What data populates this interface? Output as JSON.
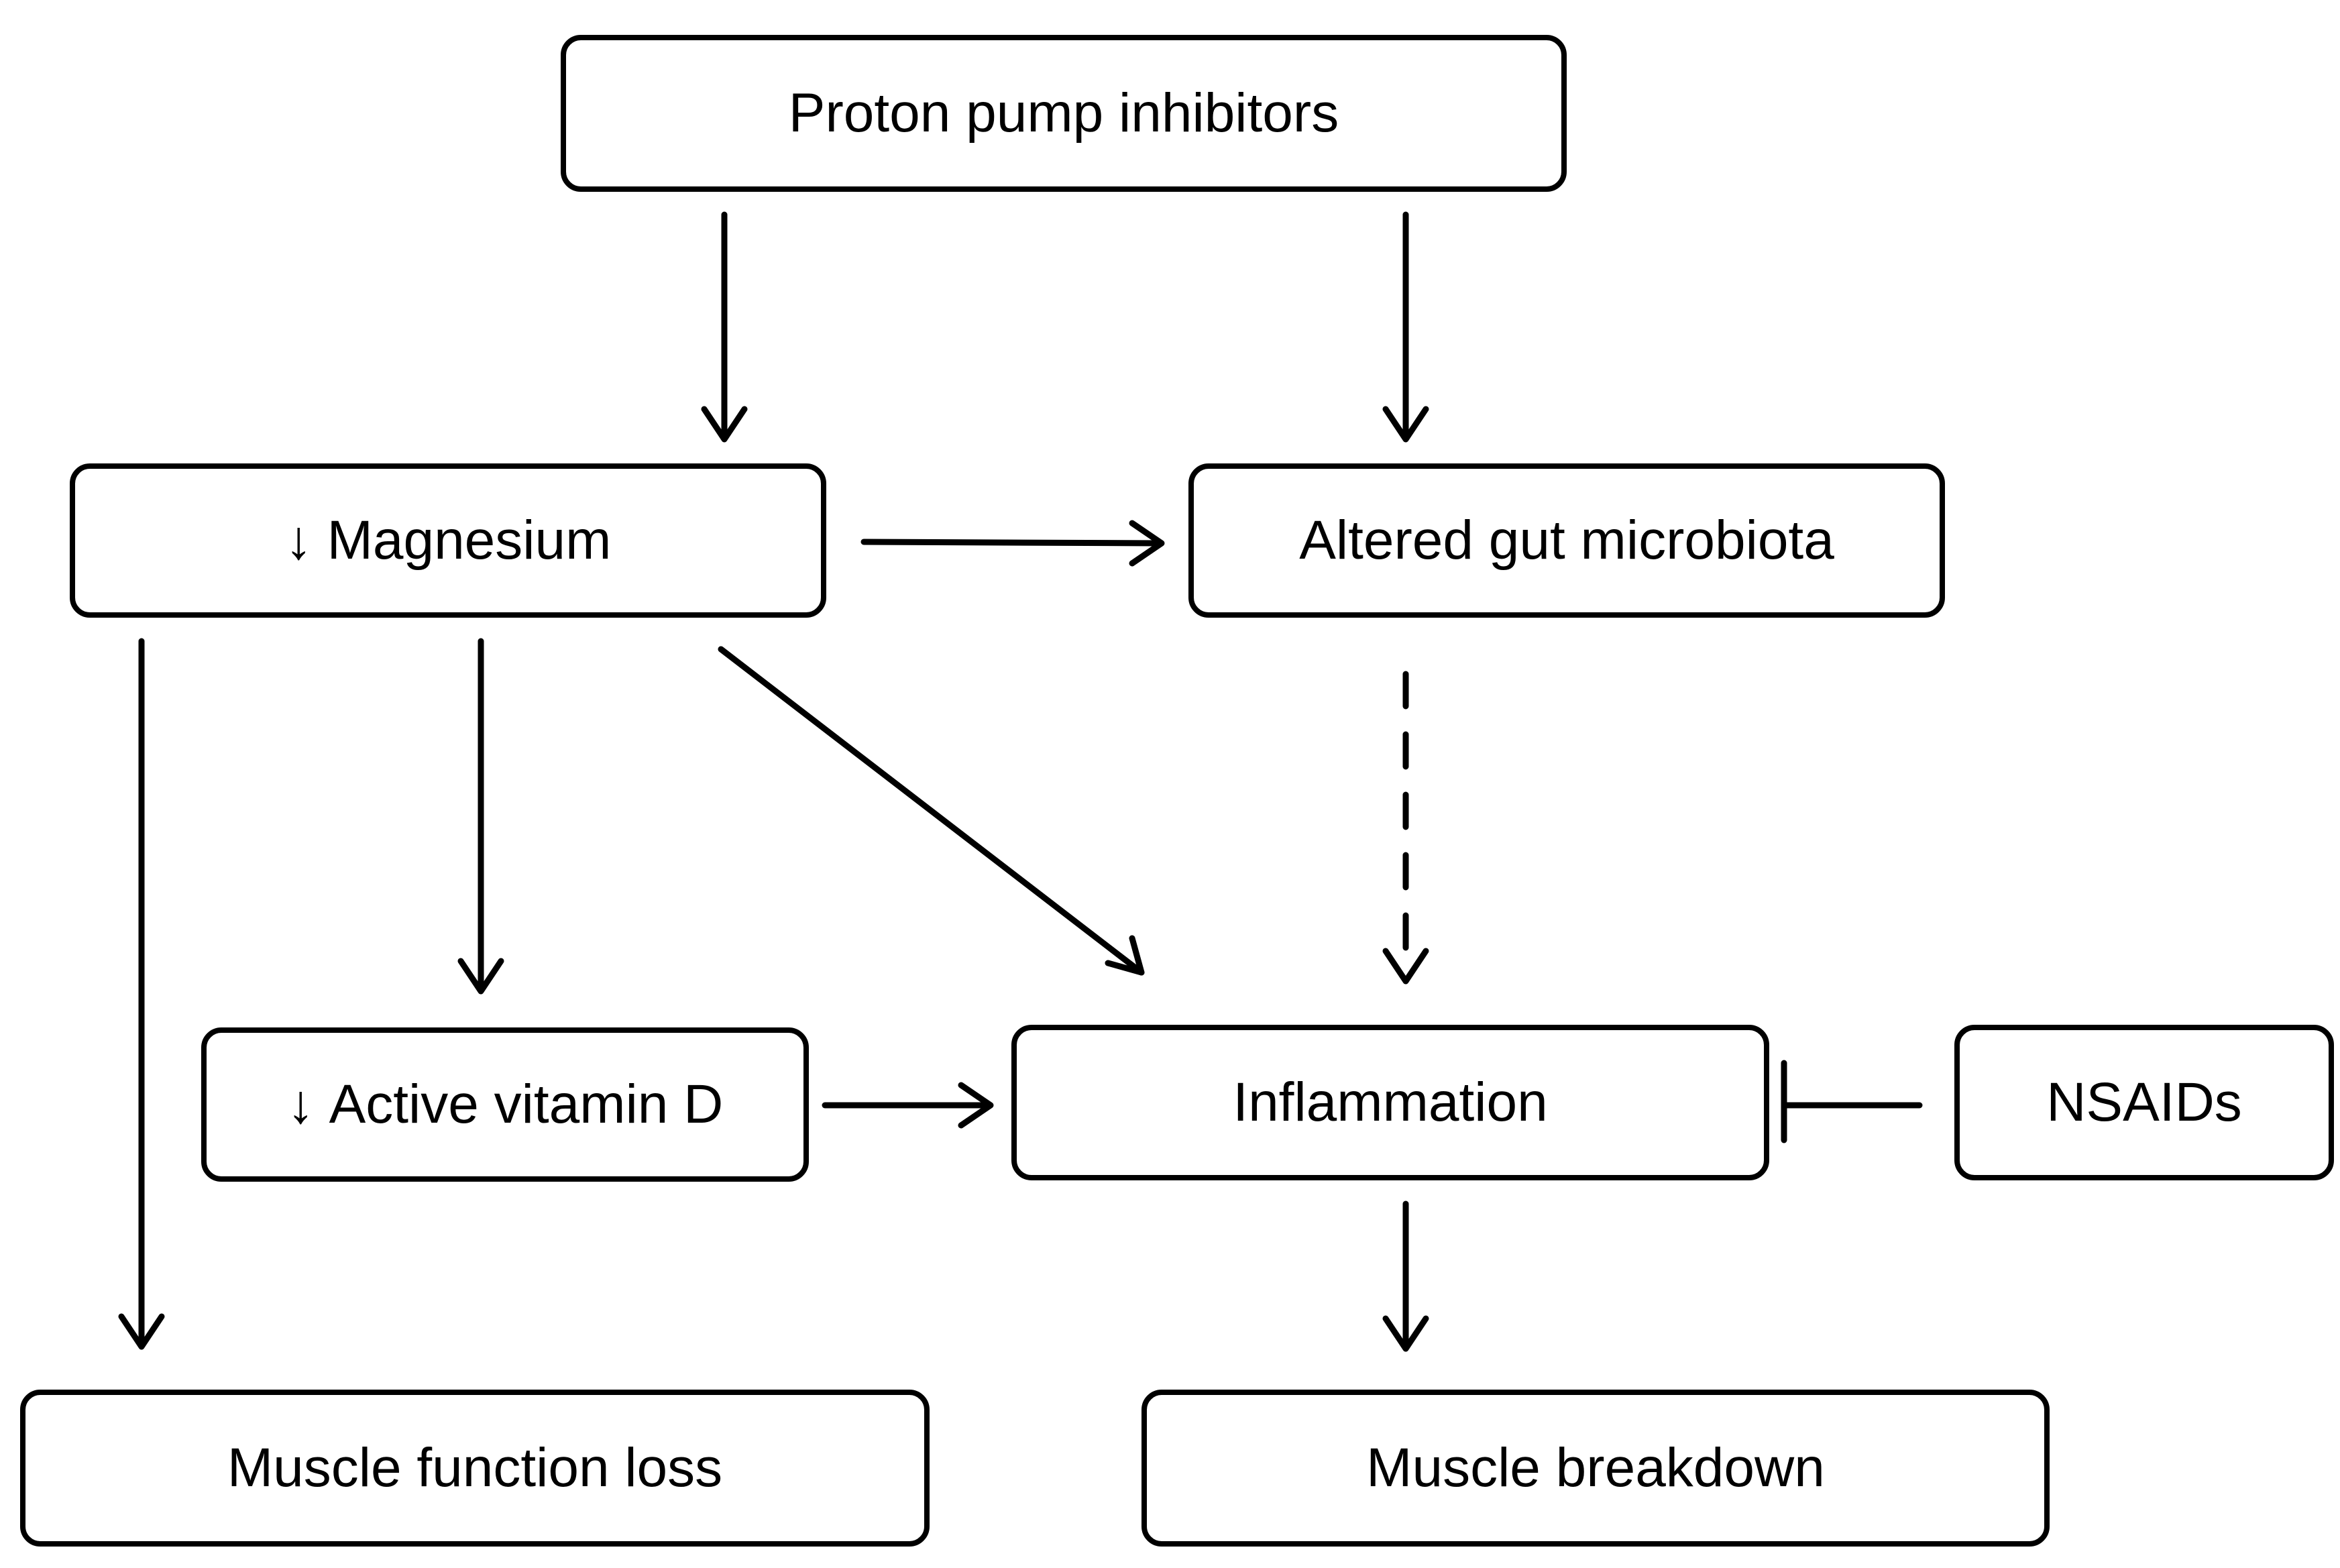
{
  "diagram": {
    "nodes": {
      "ppi": {
        "label": "Proton pump inhibitors"
      },
      "magnesium": {
        "prefix": "↓",
        "label": "Magnesium"
      },
      "microbiota": {
        "label": "Altered gut microbiota"
      },
      "vitamin_d": {
        "prefix": "↓",
        "label": "Active vitamin D"
      },
      "inflammation": {
        "label": "Inflammation"
      },
      "nsaids": {
        "label": "NSAIDs"
      },
      "muscle_function_loss": {
        "label": "Muscle function loss"
      },
      "muscle_breakdown": {
        "label": "Muscle breakdown"
      }
    },
    "edges": [
      {
        "from": "ppi",
        "to": "magnesium",
        "style": "solid",
        "type": "arrow"
      },
      {
        "from": "ppi",
        "to": "microbiota",
        "style": "solid",
        "type": "arrow"
      },
      {
        "from": "magnesium",
        "to": "microbiota",
        "style": "solid",
        "type": "arrow"
      },
      {
        "from": "magnesium",
        "to": "muscle_function_loss",
        "style": "solid",
        "type": "arrow"
      },
      {
        "from": "magnesium",
        "to": "vitamin_d",
        "style": "solid",
        "type": "arrow"
      },
      {
        "from": "magnesium",
        "to": "inflammation",
        "style": "solid",
        "type": "arrow"
      },
      {
        "from": "microbiota",
        "to": "inflammation",
        "style": "dashed",
        "type": "arrow"
      },
      {
        "from": "vitamin_d",
        "to": "inflammation",
        "style": "solid",
        "type": "arrow"
      },
      {
        "from": "nsaids",
        "to": "inflammation",
        "style": "solid",
        "type": "inhibition"
      },
      {
        "from": "inflammation",
        "to": "muscle_breakdown",
        "style": "solid",
        "type": "arrow"
      }
    ],
    "colors": {
      "line": "#000000",
      "background": "#ffffff"
    }
  }
}
